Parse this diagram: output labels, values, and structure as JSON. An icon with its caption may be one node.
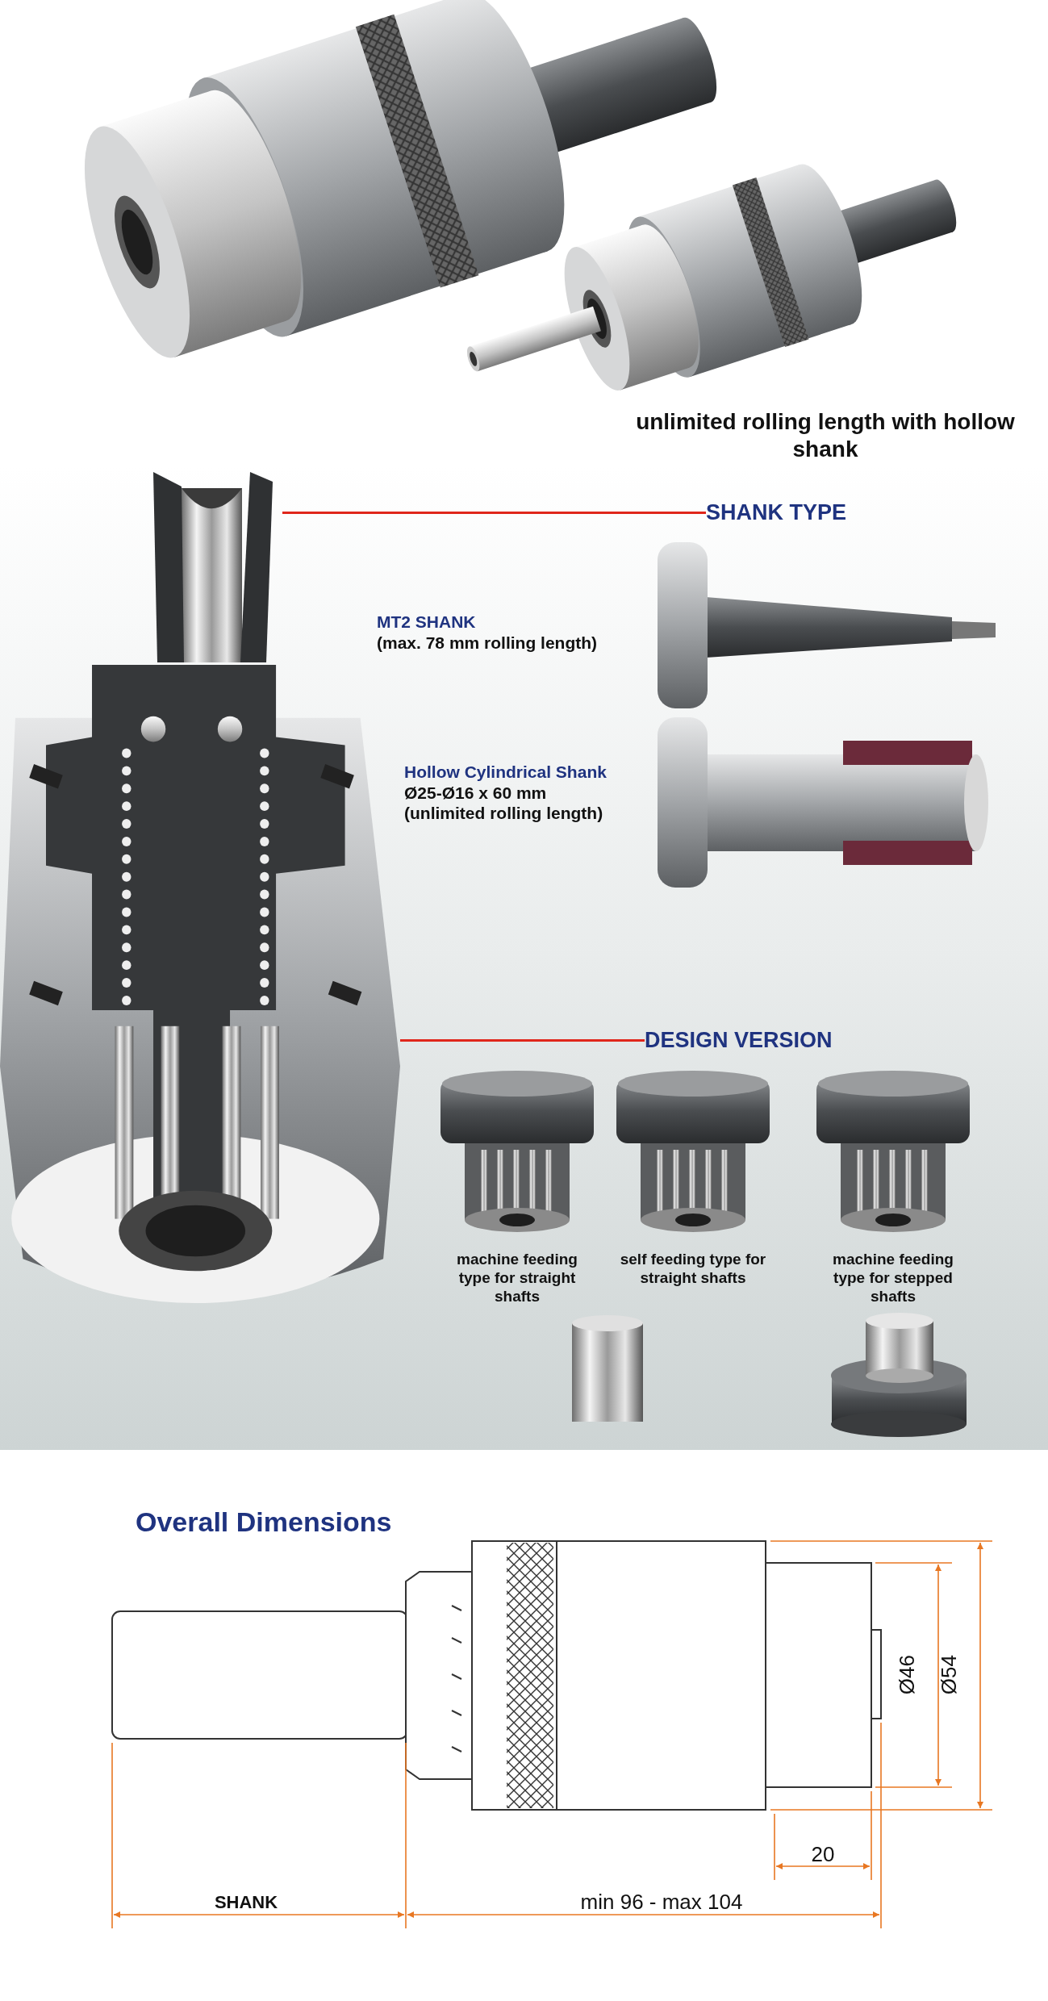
{
  "diagram": {
    "nodes": [
      {
        "text": [
          "SHANK TYPE"
        ]
      },
      {
        "text": [],
        "shape": "picture"
      },
      {
        "text": [
          "DESIGN VERSION"
        ]
      },
      {
        "text": [],
        "shape": "picture"
      }
    ],
    "edges": [
      {
        "from": 0,
        "to": 1,
        "arrow": "none"
      },
      {
        "from": 2,
        "to": 3,
        "arrow": "none"
      }
    ],
    "labels": [
      "unlimited rolling length with hollow shank",
      "MT2 SHANK",
      "(max. 78 mm rolling length)",
      "Hollow Cylindrical Shank",
      "Ø25-Ø16 x 60 mm",
      "(unlimited rolling length)",
      "machine feeding type for straight shafts",
      "self feeding type for straight shafts",
      "machine feeding type for stepped shafts",
      "Overall Dimensions",
      "Ø46",
      "Ø54",
      "20",
      "SHANK",
      "min 96 - max 104"
    ]
  }
}
